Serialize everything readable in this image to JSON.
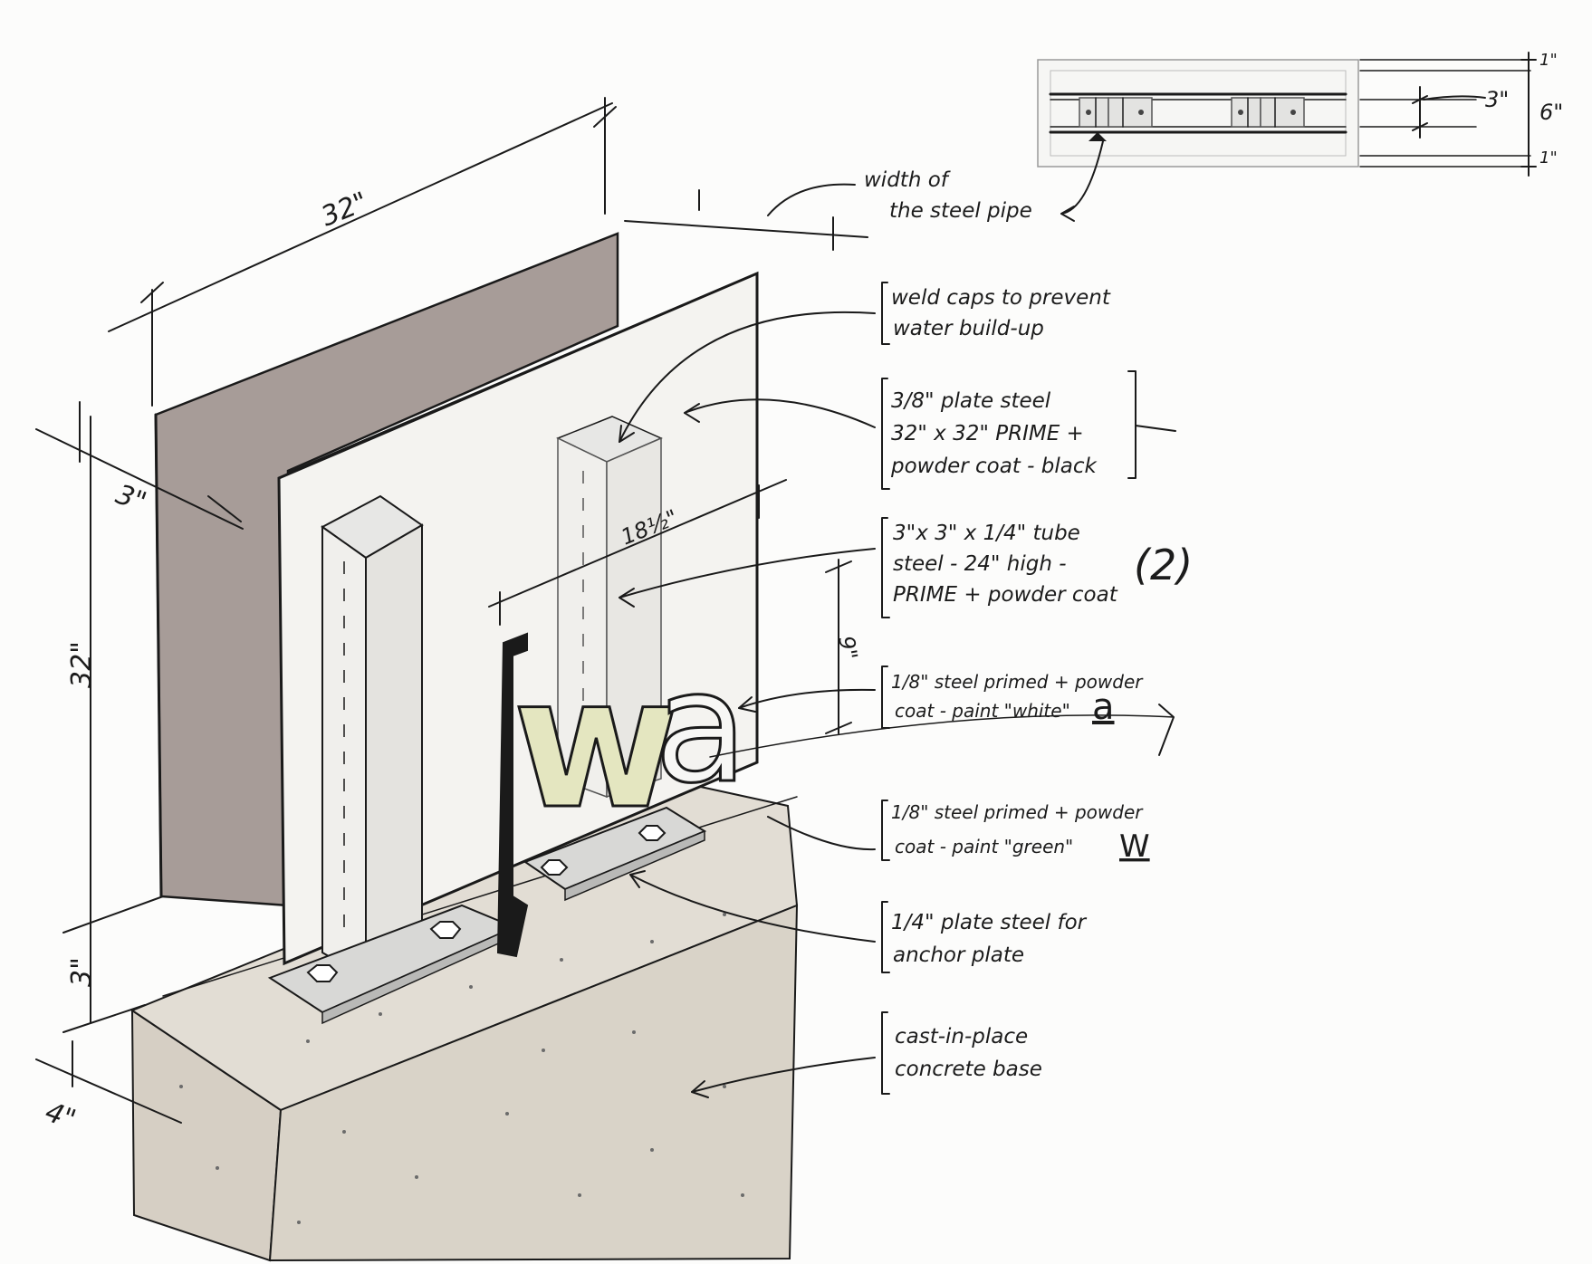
{
  "dimensions": {
    "width_top": "32\"",
    "height_left": "32\"",
    "depth": "3\"",
    "base_gap": "3\"",
    "base_offset": "4\"",
    "inner_width": "18½\"",
    "letter_height": "9\"",
    "plan_top": "1\"",
    "plan_total": "6\"",
    "plan_bottom": "1\"",
    "plan_gap": "3\""
  },
  "notes": {
    "width_pipe": [
      "width of",
      "the steel pipe"
    ],
    "weld_caps": [
      "weld caps to prevent",
      "water build-up"
    ],
    "plate_steel": [
      "3/8\" plate steel",
      "32\" x 32\" PRIME +",
      "powder coat - black"
    ],
    "tube_steel": [
      "3\"x 3\" x 1/4\" tube",
      "steel - 24\" high -",
      "PRIME + powder coat"
    ],
    "tube_count": "(2)",
    "letter_a": [
      "1/8\" steel primed + powder",
      "coat - paint \"white\""
    ],
    "letter_a_glyph": "a",
    "letter_w": [
      "1/8\" steel primed + powder",
      "coat - paint \"green\""
    ],
    "letter_w_glyph": "W",
    "anchor_plate": [
      "1/4\" plate steel for",
      "anchor plate"
    ],
    "concrete": [
      "cast-in-place",
      "concrete base"
    ]
  },
  "sign_letters": {
    "w": "w",
    "a": "a"
  },
  "colors": {
    "ink": "#1a1a1a",
    "back_plate": "#a79c98",
    "front_plate": "#f4f3f0",
    "concrete": "#d9d3c9",
    "letter_w_fill": "#e4e6c0",
    "letter_a_fill": "#f7f7f5"
  }
}
